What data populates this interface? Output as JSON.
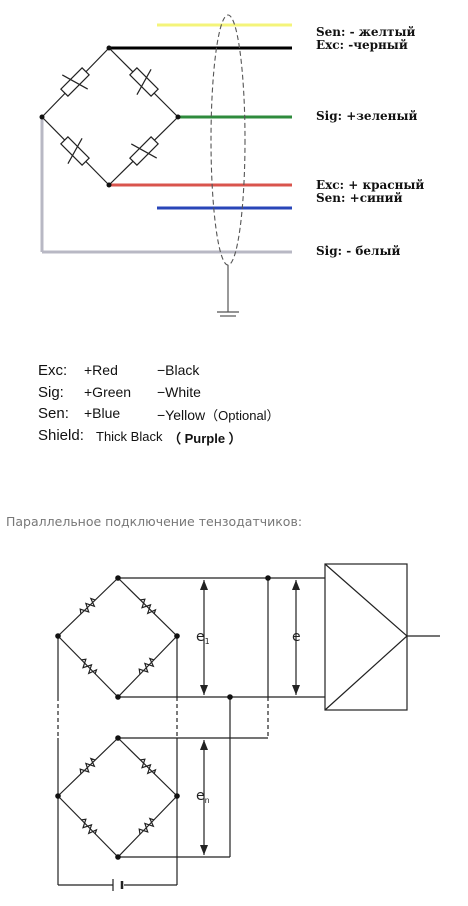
{
  "top_diagram": {
    "wire_labels": {
      "sen_minus": "Sen:  - желтый",
      "exc_minus": "Exc:   -черный",
      "sig_plus": "Sig:  +зеленый",
      "exc_plus": "Exc: + красный",
      "sen_plus": "Sen:  +синий",
      "sig_minus": "Sig:  - белый"
    },
    "wire_colors": {
      "yellow": "#f4f47a",
      "black": "#000000",
      "green": "#2e8b3c",
      "red": "#d9544d",
      "blue": "#2946b8",
      "white": "#b8b8c4",
      "bridge": "#222222"
    }
  },
  "legend": {
    "rows": [
      {
        "key": "Exc:",
        "a": "+Red",
        "b": "−Black",
        "opt": ""
      },
      {
        "key": "Sig:",
        "a": "+Green",
        "b": "−White",
        "opt": ""
      },
      {
        "key": "Sen:",
        "a": "+Blue",
        "b": "−Yellow",
        "opt": "（Optional）"
      }
    ],
    "shield": {
      "key": "Shield:",
      "a": "Thick Black",
      "b": "（ Purple ）"
    }
  },
  "caption": "Параллельное подключение тензодатчиков:",
  "bottom_diagram": {
    "label_e1_main": "e",
    "label_e1_sub": "1",
    "label_e": "e",
    "label_en_main": "e",
    "label_en_sub": "n"
  }
}
